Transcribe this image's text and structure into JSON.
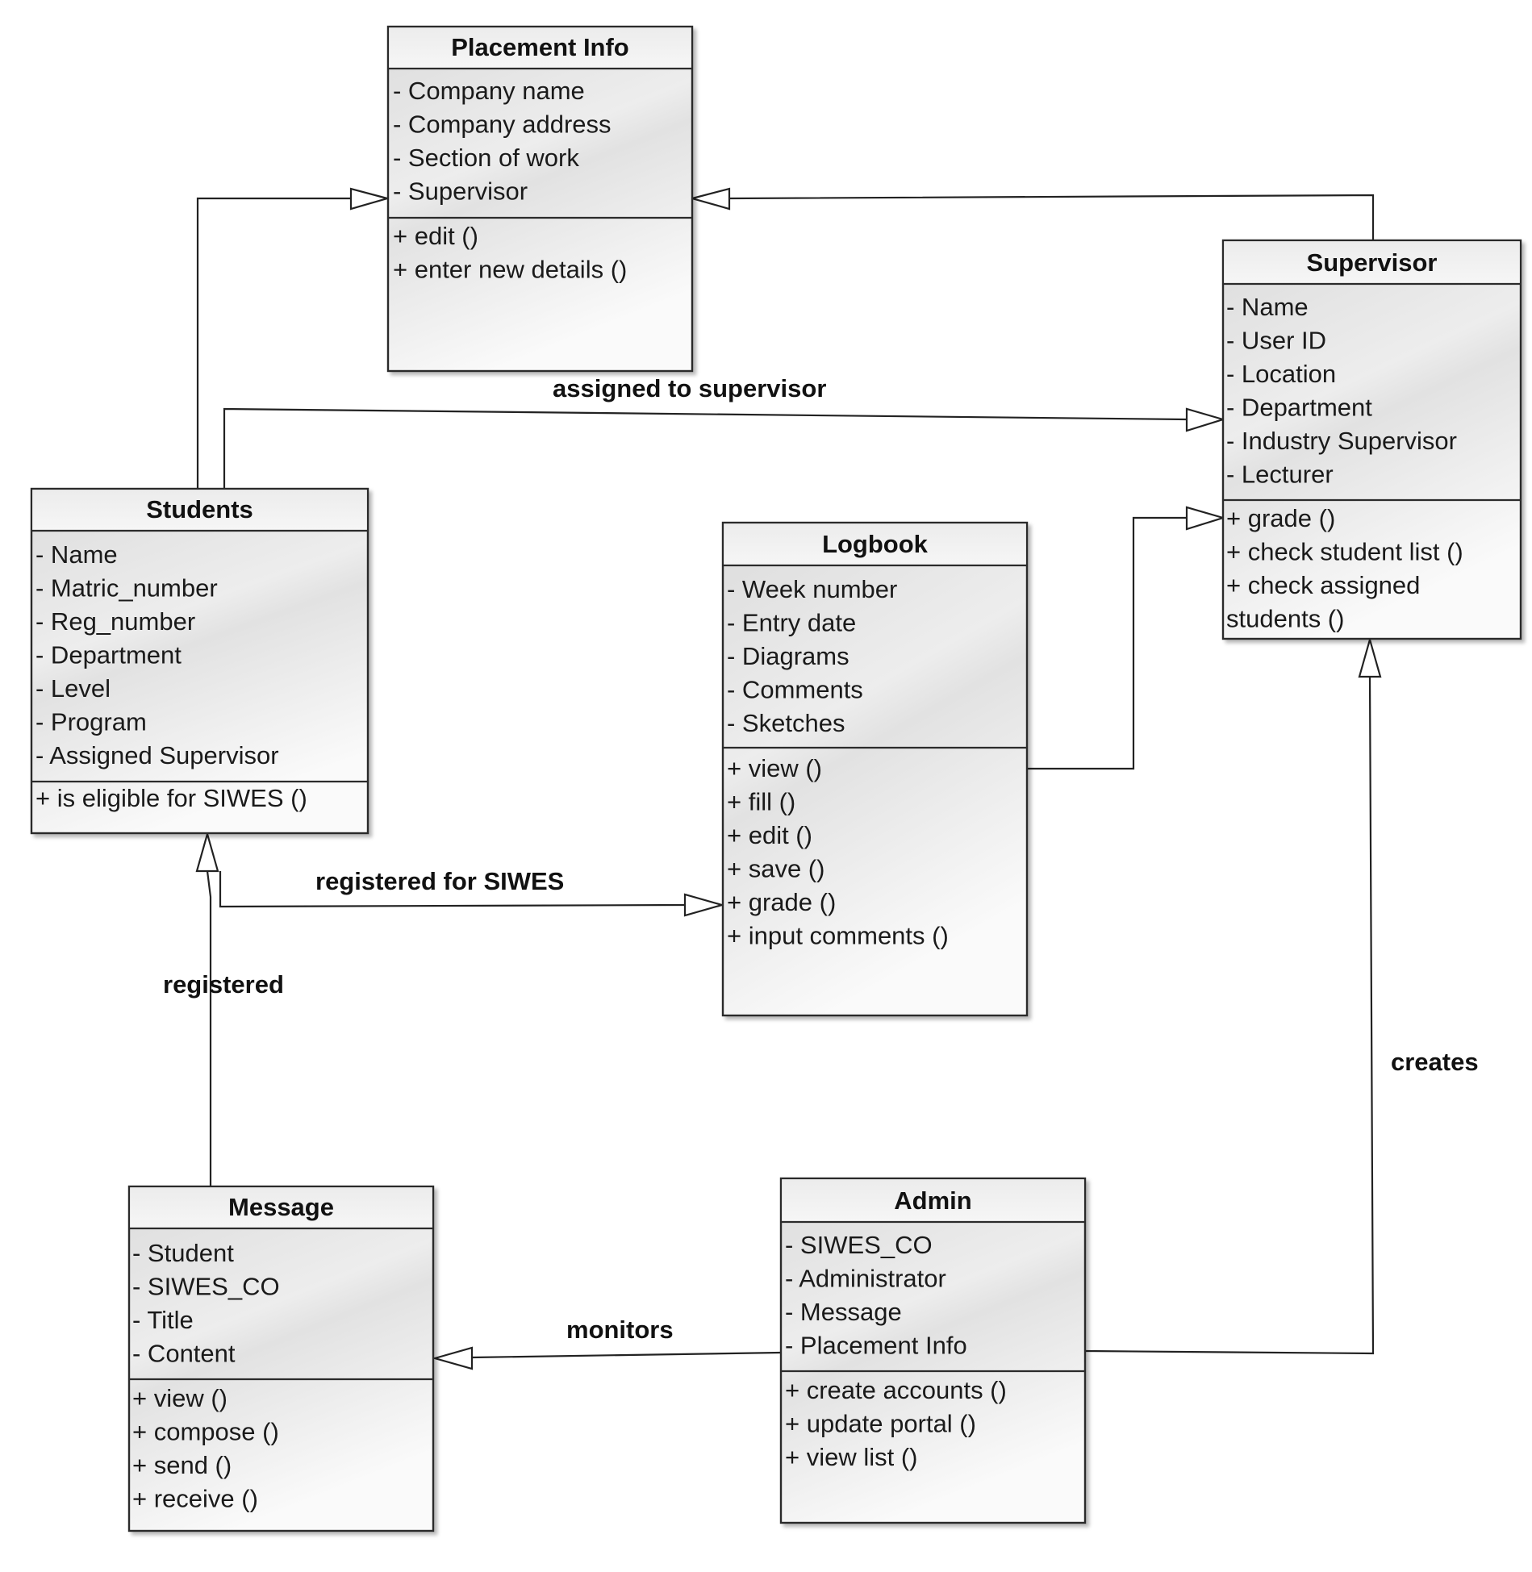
{
  "classes": {
    "placement": {
      "title": "Placement Info",
      "attributes": [
        "- Company name",
        "- Company address",
        "- Section of work",
        "- Supervisor"
      ],
      "methods": [
        "+ edit ()",
        "+ enter new details ()"
      ]
    },
    "supervisor": {
      "title": "Supervisor",
      "attributes": [
        "- Name",
        "- User ID",
        "- Location",
        "- Department",
        "- Industry Supervisor",
        "- Lecturer"
      ],
      "methods": [
        "+ grade ()",
        "+ check student list ()",
        "+ check assigned",
        "students ()"
      ]
    },
    "students": {
      "title": "Students",
      "attributes": [
        "- Name",
        "- Matric_number",
        "- Reg_number",
        "- Department",
        "- Level",
        "- Program",
        "- Assigned Supervisor"
      ],
      "methods": [
        "+ is eligible for SIWES ()"
      ]
    },
    "logbook": {
      "title": "Logbook",
      "attributes": [
        "- Week number",
        "- Entry date",
        "- Diagrams",
        "- Comments",
        "- Sketches"
      ],
      "methods": [
        "+ view ()",
        "+ fill ()",
        "+ edit ()",
        "+ save ()",
        "+ grade ()",
        "+ input comments ()"
      ]
    },
    "message": {
      "title": "Message",
      "attributes": [
        "- Student",
        "- SIWES_CO",
        "- Title",
        "- Content"
      ],
      "methods": [
        "+ view ()",
        "+ compose ()",
        "+ send ()",
        "+ receive ()"
      ]
    },
    "admin": {
      "title": "Admin",
      "attributes": [
        "- SIWES_CO",
        "- Administrator",
        "- Message",
        "- Placement Info"
      ],
      "methods": [
        "+ create accounts ()",
        "+ update portal ()",
        "+ view list ()"
      ]
    }
  },
  "relations": {
    "assigned_to_supervisor": "assigned to supervisor",
    "registered_for_siwes": "registered for SIWES",
    "registered": "registered",
    "creates": "creates",
    "monitors": "monitors"
  }
}
